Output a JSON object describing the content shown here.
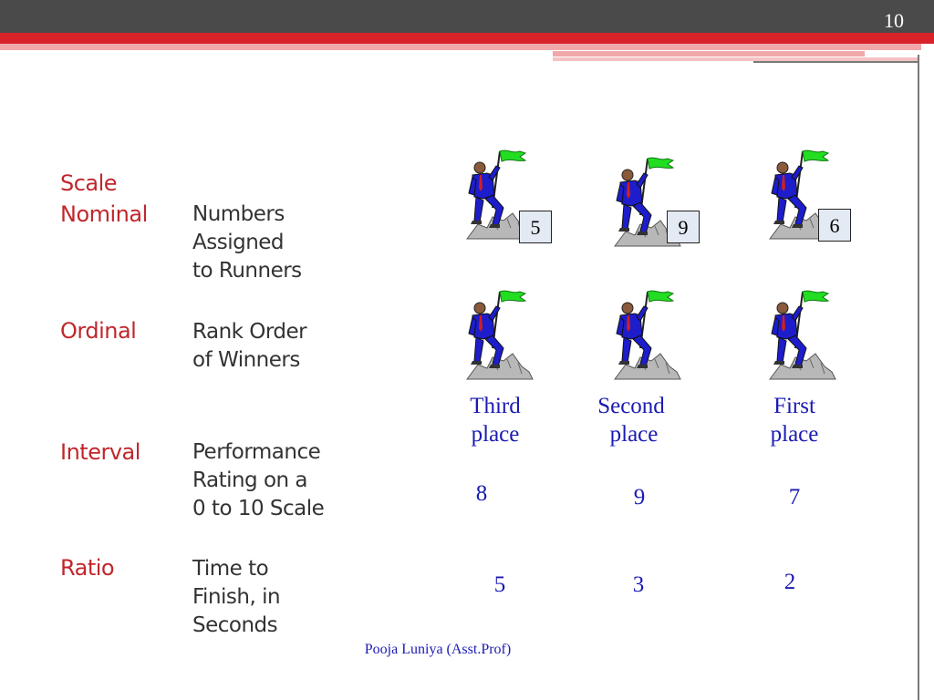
{
  "slide": {
    "page_number": "10",
    "footer": "Pooja Luniya (Asst.Prof)"
  },
  "rows": [
    {
      "term": "Scale",
      "desc": ""
    },
    {
      "term": "Nominal",
      "desc": "Numbers Assigned to Runners"
    },
    {
      "term": "Ordinal",
      "desc": "Rank Order of Winners"
    },
    {
      "term": "Interval",
      "desc": "Performance Rating on a 0 to 10 Scale"
    },
    {
      "term": "Ratio",
      "desc": "Time to Finish, in Seconds"
    }
  ],
  "desc_lines": {
    "nominal": [
      "Numbers",
      "Assigned",
      "to Runners"
    ],
    "ordinal": [
      "Rank Order",
      "of Winners"
    ],
    "interval": [
      "Performance",
      "Rating on a",
      "0 to 10 Scale"
    ],
    "ratio": [
      "Time to",
      "Finish, in",
      "Seconds"
    ]
  },
  "runner_numbers": [
    "5",
    "9",
    "6"
  ],
  "places": [
    {
      "line1": "Third",
      "line2": "place"
    },
    {
      "line1": "Second",
      "line2": "place"
    },
    {
      "line1": "First",
      "line2": "place"
    }
  ],
  "interval_values": [
    "8",
    "9",
    "7"
  ],
  "ratio_values": [
    "5",
    "3",
    "2"
  ],
  "icons": [
    "climber-with-flag-icon"
  ],
  "colors": {
    "accent_red": "#c0272d",
    "value_blue": "#1b1bb3",
    "flag_green": "#22dd22",
    "suit_blue": "#1d1dcc"
  }
}
